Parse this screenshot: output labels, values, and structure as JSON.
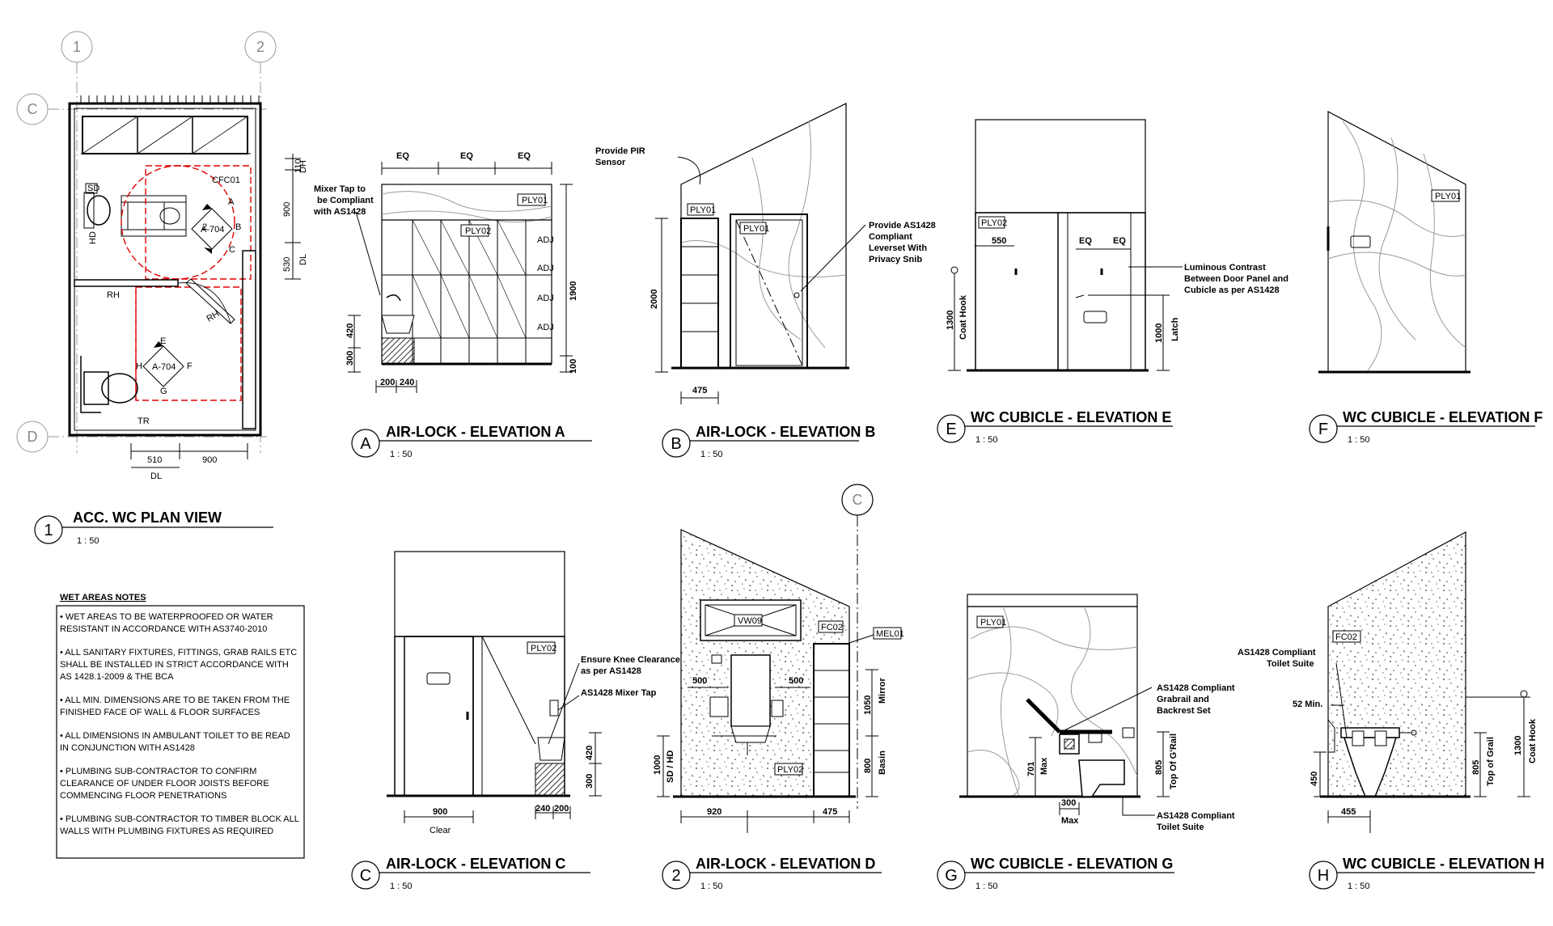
{
  "grid_labels": {
    "g1": "1",
    "g2": "2",
    "gC": "C",
    "gD": "D",
    "gC2": "C"
  },
  "plan": {
    "bubble": "1",
    "title": "ACC. WC PLAN VIEW",
    "scale": "1 : 50",
    "labels": {
      "sd": "SD",
      "hd": "HD",
      "cfc": "CFC01",
      "rh1": "RH",
      "rh2": "RH",
      "tr": "TR",
      "dh": "DH",
      "dl_side": "DL",
      "dl_bottom": "DL",
      "sheet1": "A-704",
      "sheet2": "A-704",
      "a": "A",
      "b": "B",
      "c": "C",
      "n2": "2",
      "e": "E",
      "f": "F",
      "g": "G",
      "h": "H"
    },
    "dims": {
      "d110": "110",
      "d900": "900",
      "d530": "530",
      "d510": "510",
      "d900b": "900"
    }
  },
  "notes": {
    "title": "WET AREAS NOTES",
    "items": [
      [
        "• WET AREAS TO BE WATERPROOFED OR WATER",
        "  RESISTANT IN ACCORDANCE WITH AS3740-2010"
      ],
      [
        "• ALL SANITARY FIXTURES, FITTINGS, GRAB RAILS ETC",
        "  SHALL BE INSTALLED IN STRICT ACCORDANCE WITH",
        "  AS 1428.1-2009 & THE BCA"
      ],
      [
        "• ALL MIN. DIMENSIONS ARE TO BE TAKEN FROM THE",
        "  FINISHED FACE OF WALL & FLOOR SURFACES"
      ],
      [
        "• ALL DIMENSIONS IN AMBULANT TOILET TO BE READ",
        "  IN CONJUNCTION WITH AS1428"
      ],
      [
        "• PLUMBING SUB-CONTRACTOR TO CONFIRM",
        "  CLEARANCE OF UNDER FLOOR JOISTS BEFORE",
        "  COMMENCING FLOOR PENETRATIONS"
      ],
      [
        "• PLUMBING SUB-CONTRACTOR TO TIMBER BLOCK ALL",
        "  WALLS WITH PLUMBING FIXTURES AS REQUIRED"
      ]
    ]
  },
  "elevA": {
    "bubble": "A",
    "title": "AIR-LOCK - ELEVATION A",
    "scale": "1 : 50",
    "eq": [
      "EQ",
      "EQ",
      "EQ"
    ],
    "ply01": "PLY01",
    "ply02": "PLY02",
    "adj": [
      "ADJ",
      "ADJ",
      "ADJ",
      "ADJ"
    ],
    "note": [
      "Mixer Tap to",
      "be Compliant",
      "with AS1428"
    ],
    "dims": {
      "h1900": "1900",
      "h100": "100",
      "h420": "420",
      "h300": "300",
      "w200": "200",
      "w240": "240"
    }
  },
  "elevB": {
    "bubble": "B",
    "title": "AIR-LOCK - ELEVATION B",
    "scale": "1 : 50",
    "ply01a": "PLY01",
    "ply01b": "PLY01",
    "note1": [
      "Provide PIR",
      "Sensor"
    ],
    "note2": [
      "Provide AS1428",
      "Compliant",
      "Leverset With",
      "Privacy Snib"
    ],
    "dims": {
      "h2000": "2000",
      "w475": "475"
    }
  },
  "elevE": {
    "bubble": "E",
    "title": "WC CUBICLE - ELEVATION E",
    "scale": "1 : 50",
    "ply02": "PLY02",
    "eq": [
      "EQ",
      "EQ"
    ],
    "note": [
      "Luminous Contrast",
      "Between Door Panel and",
      "Cubicle as per AS1428"
    ],
    "dims": {
      "w550": "550",
      "h1300": "1300",
      "coat": "Coat Hook",
      "h1000": "1000",
      "latch": "Latch"
    }
  },
  "elevF": {
    "bubble": "F",
    "title": "WC CUBICLE - ELEVATION F",
    "scale": "1 : 50",
    "ply01": "PLY01"
  },
  "elevC": {
    "bubble": "C",
    "title": "AIR-LOCK - ELEVATION C",
    "scale": "1 : 50",
    "ply02": "PLY02",
    "note1": [
      "Ensure Knee Clearance",
      "as per AS1428"
    ],
    "note2": [
      "AS1428 Mixer Tap"
    ],
    "dims": {
      "w900": "900",
      "clear": "Clear",
      "w240": "240",
      "w200": "200",
      "h420": "420",
      "h300": "300"
    }
  },
  "elevD": {
    "bubble": "2",
    "title": "AIR-LOCK - ELEVATION D",
    "scale": "1 : 50",
    "vw": "VW09",
    "fc": "FC02",
    "mel": "MEL01",
    "ply02": "PLY02",
    "dims": {
      "w500a": "500",
      "w500b": "500",
      "h1000": "1000",
      "sdhd": "SD / HD",
      "h1050": "1050",
      "mirror": "Mirror",
      "h800": "800",
      "basin": "Basin",
      "w920": "920",
      "w475": "475"
    }
  },
  "elevG": {
    "bubble": "G",
    "title": "WC CUBICLE - ELEVATION G",
    "scale": "1 : 50",
    "ply01": "PLY01",
    "note1": [
      "AS1428 Compliant",
      "Grabrail and",
      "Backrest Set"
    ],
    "note2": [
      "AS1428 Compliant",
      "Toilet Suite"
    ],
    "dims": {
      "h701": "701",
      "max1": "Max",
      "w300": "300",
      "max2": "Max",
      "h805": "805",
      "topof": "Top Of G'Rail"
    }
  },
  "elevH": {
    "bubble": "H",
    "title": "WC CUBICLE - ELEVATION H",
    "scale": "1 : 50",
    "fc": "FC02",
    "note": [
      "AS1428 Compliant",
      "Toilet Suite"
    ],
    "dims": {
      "min52": "52 Min.",
      "h450": "450",
      "w455": "455",
      "h805": "805",
      "topg": "Top of Grail",
      "h1300": "1300",
      "coat": "Coat Hook"
    }
  }
}
